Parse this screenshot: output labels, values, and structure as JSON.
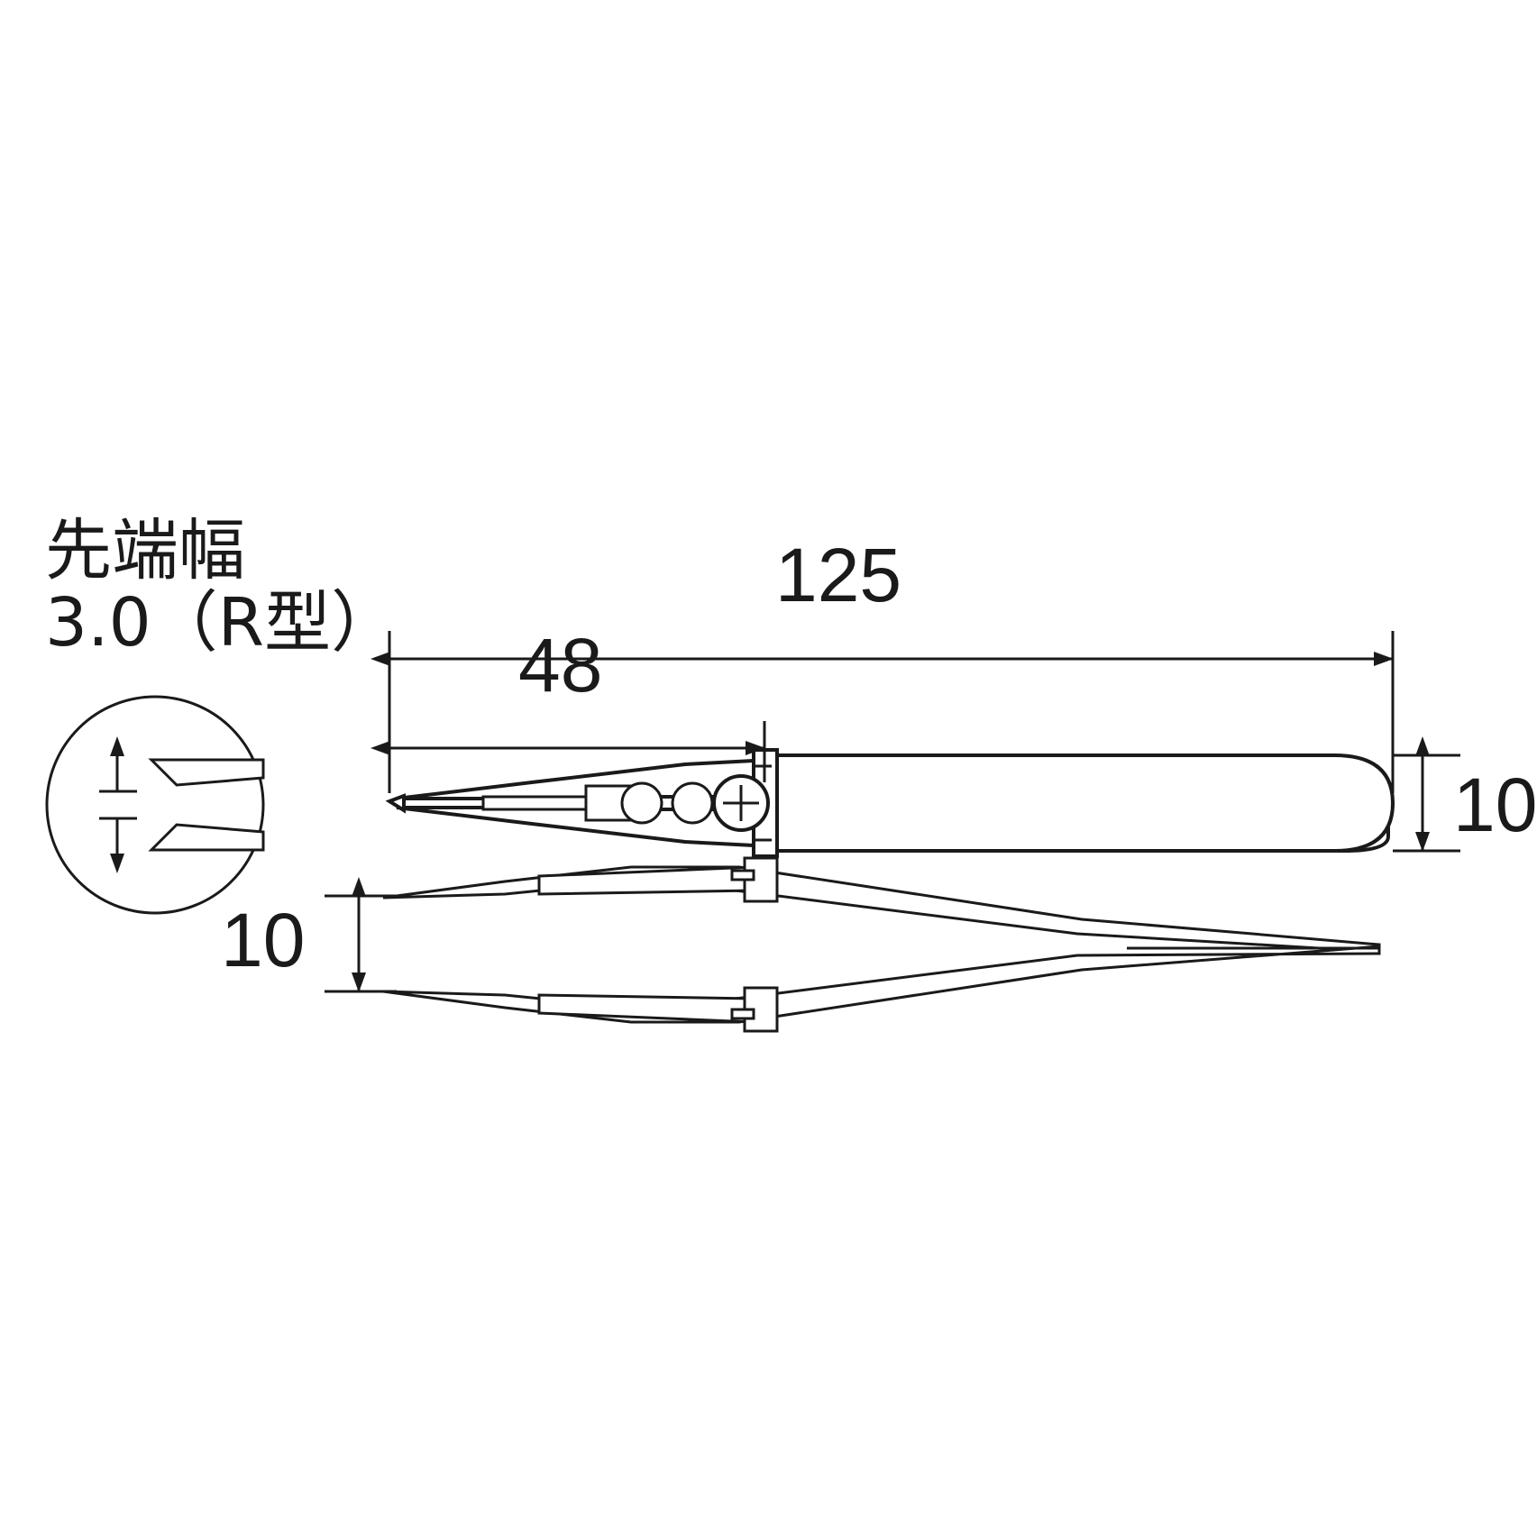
{
  "diagram": {
    "title_note": "先端幅",
    "tip_spec": "3.0（R型）",
    "dimensions": {
      "overall_length": "125",
      "tip_section_length": "48",
      "handle_width_right": "10",
      "handle_spread_left": "10"
    },
    "icon_names": {
      "detail_circle": "tip-detail-circle",
      "screw": "screw-icon",
      "arrow": "dimension-arrow"
    },
    "colors": {
      "line": "#1a1a1a",
      "fill": "#ffffff",
      "background": "#ffffff"
    }
  }
}
